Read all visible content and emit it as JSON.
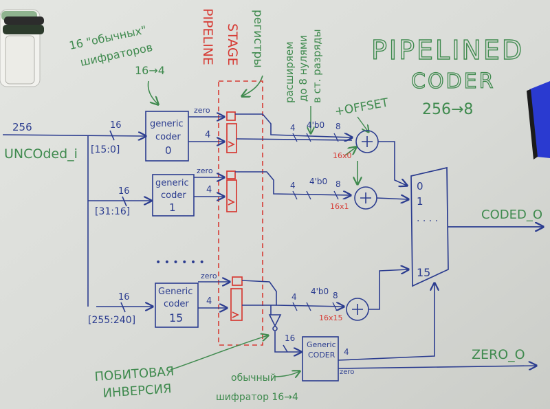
{
  "title": {
    "line1": "PIPELINED",
    "line2": "CODER",
    "line3": "256→8"
  },
  "annotations": {
    "generic_count": "16 \"обычных\"",
    "generic_count_2": "шифраторов",
    "generic_count_3": "16→4",
    "pipeline": "PIPELINE",
    "stage": "STAGE",
    "registers": "регистры",
    "expand_1": "расширяем",
    "expand_2": "до 8 нулями",
    "expand_3": "в ст. разряды",
    "offset": "+OFFSET",
    "inversion_1": "ПОБИТОВАЯ",
    "inversion_2": "ИНВЕРСИЯ",
    "plain_coder_1": "обычный",
    "plain_coder_2": "шифратор 16→4"
  },
  "signals": {
    "input_width": "256",
    "input_name": "UNCOded_i",
    "output_name": "CODED_O",
    "zero_name": "ZERO_O",
    "slice0": "[15:0]",
    "slice1": "[31:16]",
    "slice15": "[255:240]",
    "w16": "16",
    "w4": "4",
    "w8": "8",
    "pad": "4'b0",
    "zero": "zero",
    "dots": "• • • • • •",
    "mux_dots": "· · · ·"
  },
  "coders": [
    {
      "line1": "generic",
      "line2": "coder",
      "line3": "0",
      "offset": "16x0"
    },
    {
      "line1": "generic",
      "line2": "coder",
      "line3": "1",
      "offset": "16x1"
    },
    {
      "line1": "Generic",
      "line2": "coder",
      "line3": "15",
      "offset": "16x15"
    }
  ],
  "zero_coder": {
    "line1": "Generic",
    "line2": "CODER"
  },
  "mux": {
    "in0": "0",
    "in1": "1",
    "in15": "15"
  },
  "colors": {
    "board": "#dcdedb",
    "blue_marker": "#2b3c8f",
    "green_marker": "#3f8a4e",
    "red_marker": "#d63a33",
    "eraser": "#2a3ad0"
  }
}
